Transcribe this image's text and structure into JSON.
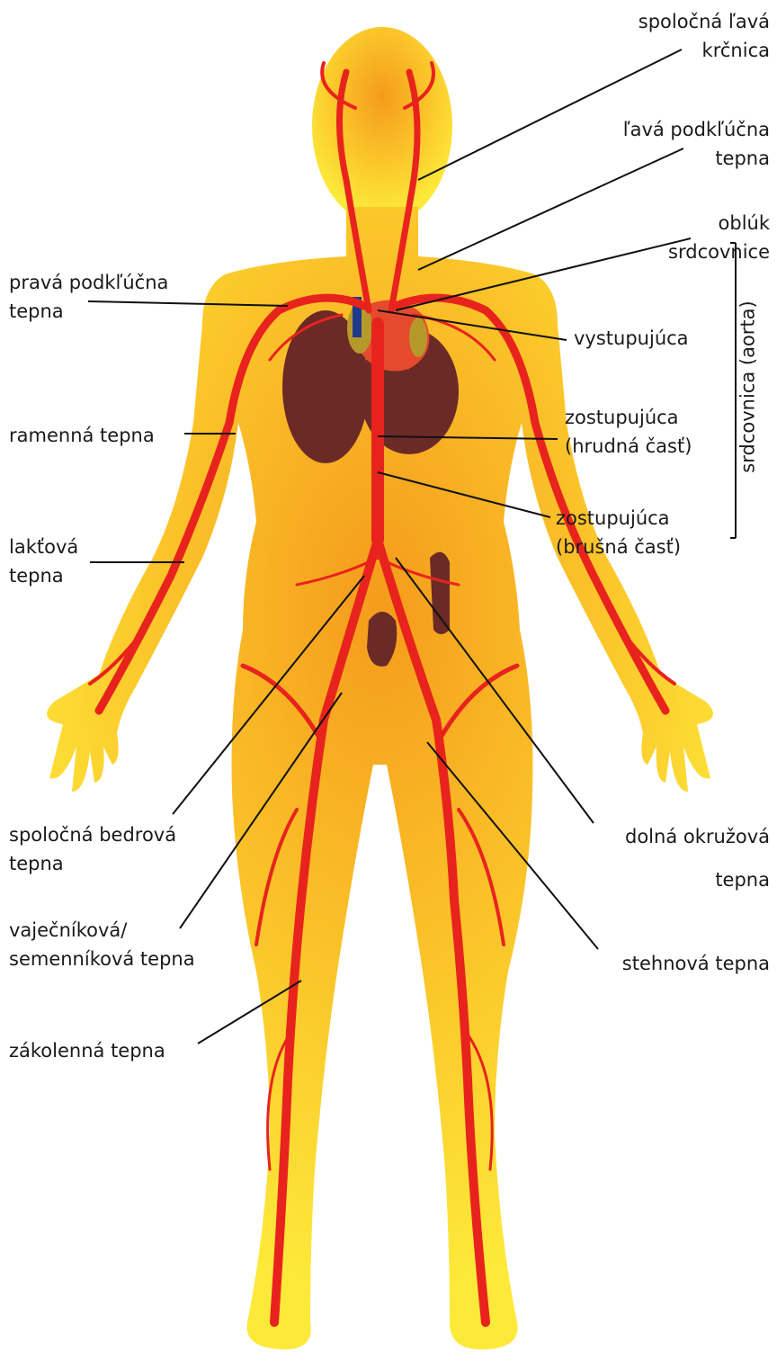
{
  "colors": {
    "body_fill_center": "#f7a21e",
    "body_fill_outer": "#fde93a",
    "artery": "#e8231d",
    "organ_dark": "#6b2a26",
    "heart": "#e64a2e",
    "vein_blue": "#1e3a8a",
    "leader_line": "#111111"
  },
  "labels": {
    "spolocna_lava_krcnica": [
      "spoločná ľavá",
      "krčnica"
    ],
    "lava_podkluchna": [
      "ľavá podkľúčna",
      "tepna"
    ],
    "obluk": [
      "oblúk",
      "srdcovnice"
    ],
    "prava_podkluchna": [
      "pravá podkľúčna",
      "tepna"
    ],
    "vystupujuca": [
      "vystupujúca"
    ],
    "ramenna": [
      "ramenná tepna"
    ],
    "zostupujuca_hrudna": [
      "zostupujúca",
      "(hrudná časť)"
    ],
    "zostupujuca_brusna": [
      "zostupujúca",
      "(brušná časť)"
    ],
    "laktova": [
      "lakťová",
      "tepna"
    ],
    "spolocna_bedrova": [
      "spoločná bedrová",
      "tepna"
    ],
    "dolna_okruzova": [
      "dolná okružová",
      "tepna"
    ],
    "vajecnikova": [
      "vaječníková/",
      "semenníková tepna"
    ],
    "stehnova": [
      "stehnová tepna"
    ],
    "zakolenna": [
      "zákolenná tepna"
    ],
    "srdcovnica_aorta": "srdcovnica (aorta)"
  }
}
